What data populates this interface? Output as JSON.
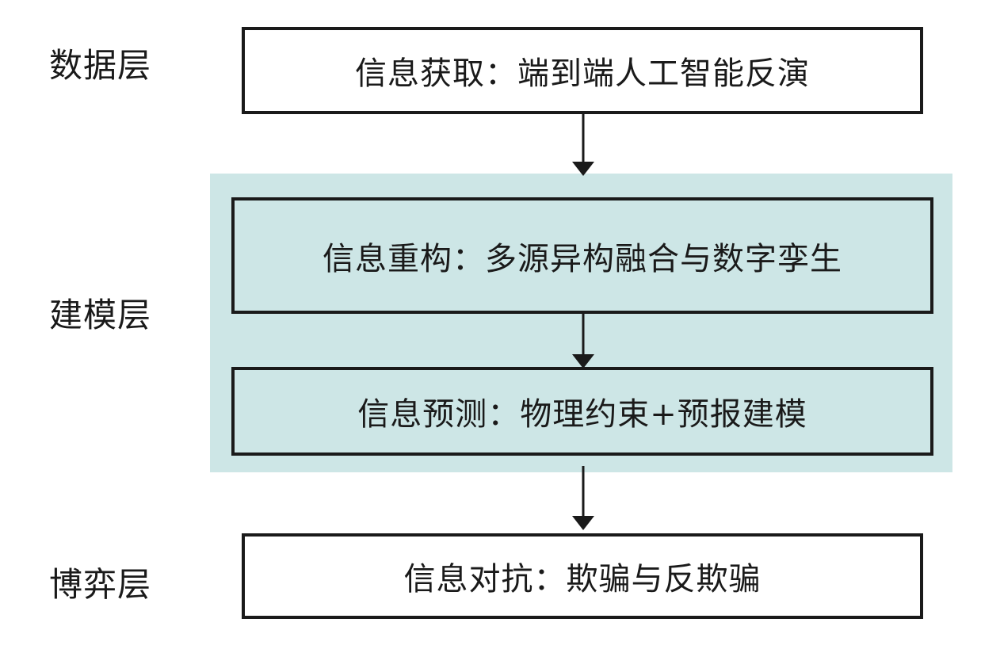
{
  "colors": {
    "band": "#cde6e6",
    "border": "#1a1a1a",
    "box_fill_light": "#ffffff"
  },
  "layers": {
    "data": "数据层",
    "model": "建模层",
    "game": "博弈层"
  },
  "boxes": {
    "acquire": "信息获取：端到端人工智能反演",
    "rebuild": "信息重构：多源异构融合与数字孪生",
    "predict": "信息预测：物理约束+预报建模",
    "confront": "信息对抗：欺骗与反欺骗"
  }
}
